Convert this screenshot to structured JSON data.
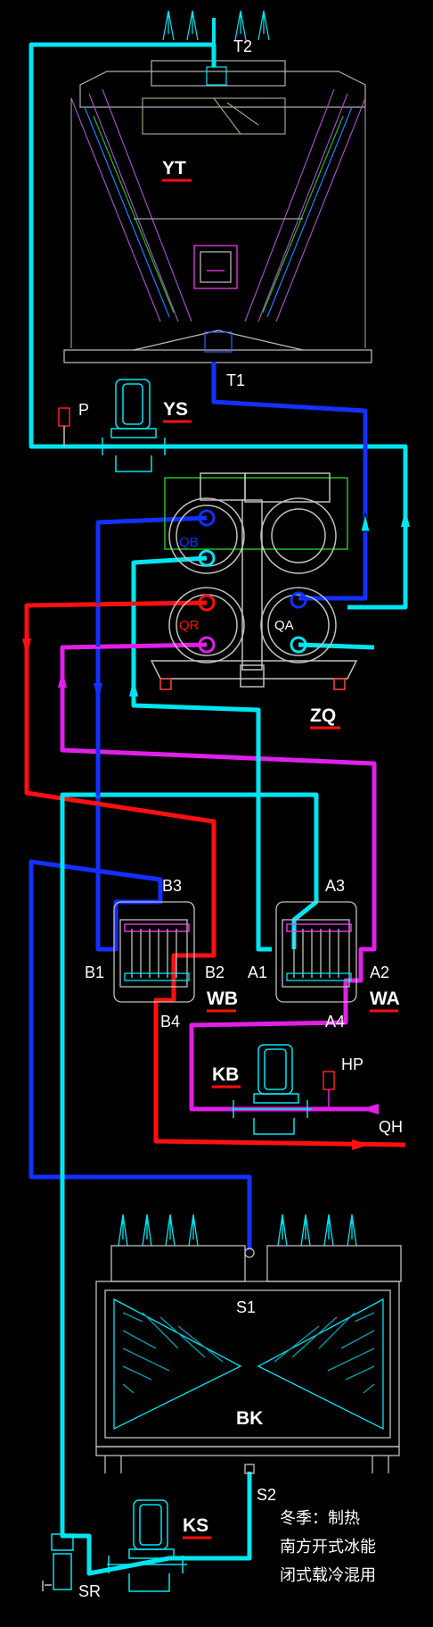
{
  "labels": {
    "t2": "T2",
    "t1": "T1",
    "yt": "YT",
    "p": "P",
    "ys": "YS",
    "qb": "QB",
    "qr": "QR",
    "qa": "QA",
    "zq": "ZQ",
    "b3": "B3",
    "b1": "B1",
    "b2": "B2",
    "b4": "B4",
    "wb": "WB",
    "a3": "A3",
    "a1": "A1",
    "a2": "A2",
    "a4": "A4",
    "wa": "WA",
    "kb": "KB",
    "hp": "HP",
    "qh": "QH",
    "s1": "S1",
    "bk": "BK",
    "s2": "S2",
    "ks": "KS",
    "sr": "SR"
  },
  "notes": {
    "line1": "冬季：制热",
    "line2": "南方开式冰能",
    "line3": "闭式载冷混用"
  },
  "colors": {
    "cyan": "#00e5f0",
    "blue": "#1430ff",
    "red": "#ff1010",
    "magenta": "#e020e8",
    "white": "#ffffff",
    "background": "#000000"
  }
}
